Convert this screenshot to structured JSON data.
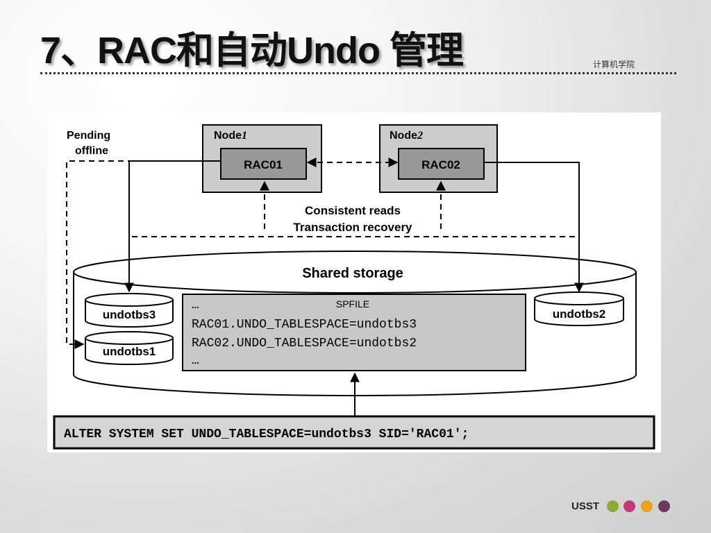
{
  "slide": {
    "title": "7、RAC和自动Undo 管理",
    "school": "计算机学院",
    "brand": "USST",
    "dot_colors": [
      "#8aaa3a",
      "#c0397a",
      "#e8a21c",
      "#6a3a5a"
    ]
  },
  "diagram": {
    "pending_offline_line1": "Pending",
    "pending_offline_line2": "offline",
    "node1_label": "Node",
    "node1_num": "1",
    "node2_label": "Node",
    "node2_num": "2",
    "instance1": "RAC01",
    "instance2": "RAC02",
    "consistent_reads": "Consistent reads",
    "transaction_recovery": "Transaction recovery",
    "shared_storage": "Shared storage",
    "undotbs3": "undotbs3",
    "undotbs1": "undotbs1",
    "undotbs2": "undotbs2",
    "spfile_title": "SPFILE",
    "spfile_ellipsis_top": "...",
    "spfile_line1": "RAC01.UNDO_TABLESPACE=undotbs3",
    "spfile_line2": "RAC02.UNDO_TABLESPACE=undotbs2",
    "spfile_ellipsis_bottom": "...",
    "command": "ALTER SYSTEM SET UNDO_TABLESPACE=undotbs3 SID='RAC01';"
  }
}
